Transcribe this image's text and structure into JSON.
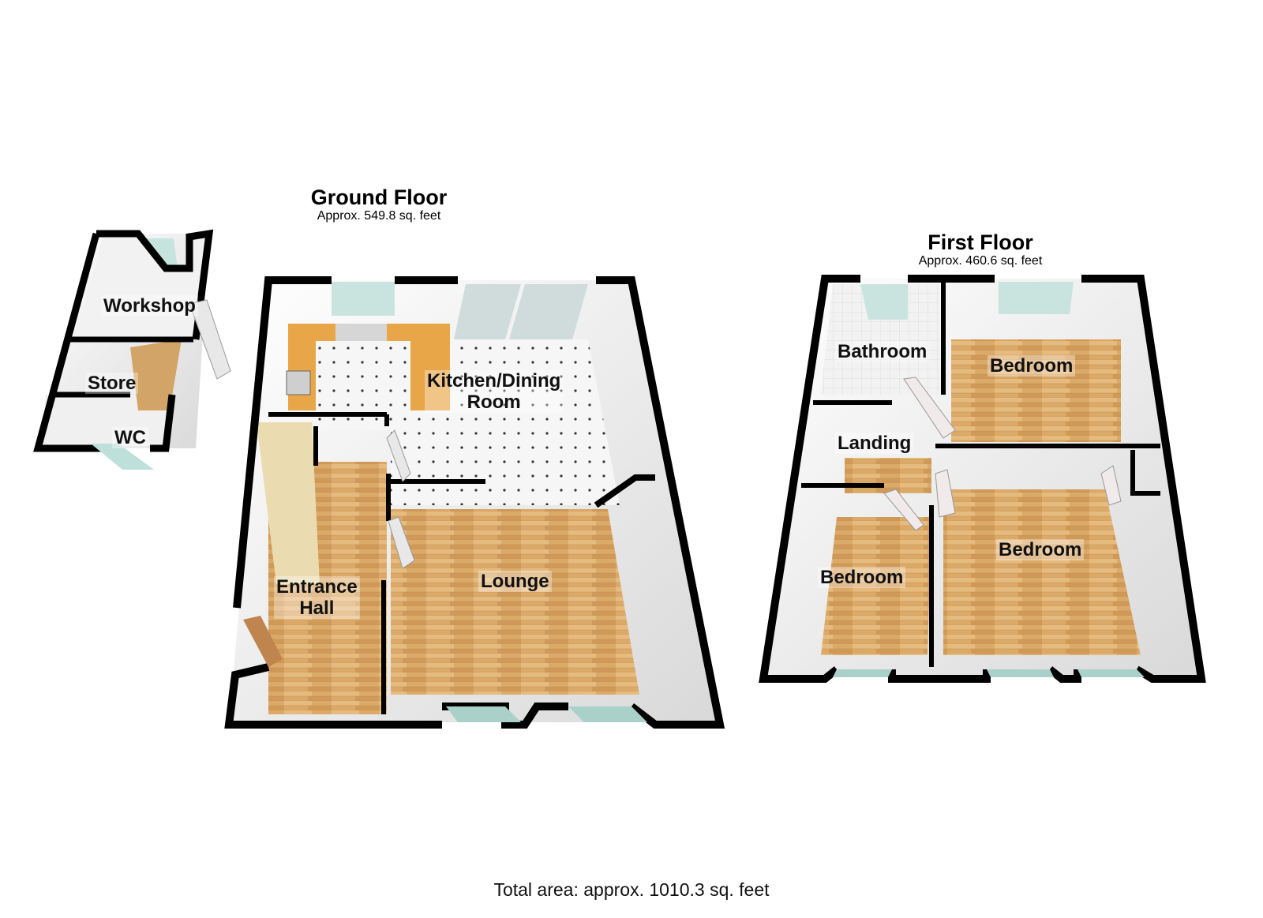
{
  "floors": {
    "ground": {
      "title": "Ground Floor",
      "area": "Approx. 549.8 sq. feet"
    },
    "first": {
      "title": "First Floor",
      "area": "Approx. 460.6 sq. feet"
    }
  },
  "rooms": {
    "workshop": "Workshop",
    "store": "Store",
    "wc": "WC",
    "kitchen_line1": "Kitchen/Dining",
    "kitchen_line2": "Room",
    "entrance_line1": "Entrance",
    "entrance_line2": "Hall",
    "lounge": "Lounge",
    "bathroom": "Bathroom",
    "landing": "Landing",
    "bedroom_top": "Bedroom",
    "bedroom_left": "Bedroom",
    "bedroom_right": "Bedroom"
  },
  "total": "Total area: approx. 1010.3 sq. feet",
  "colors": {
    "wall": "#000000",
    "wood": "#d9a45f",
    "tile": "#f4f4f4",
    "glass": "#b9dcd6",
    "counter": "#e8a648"
  }
}
